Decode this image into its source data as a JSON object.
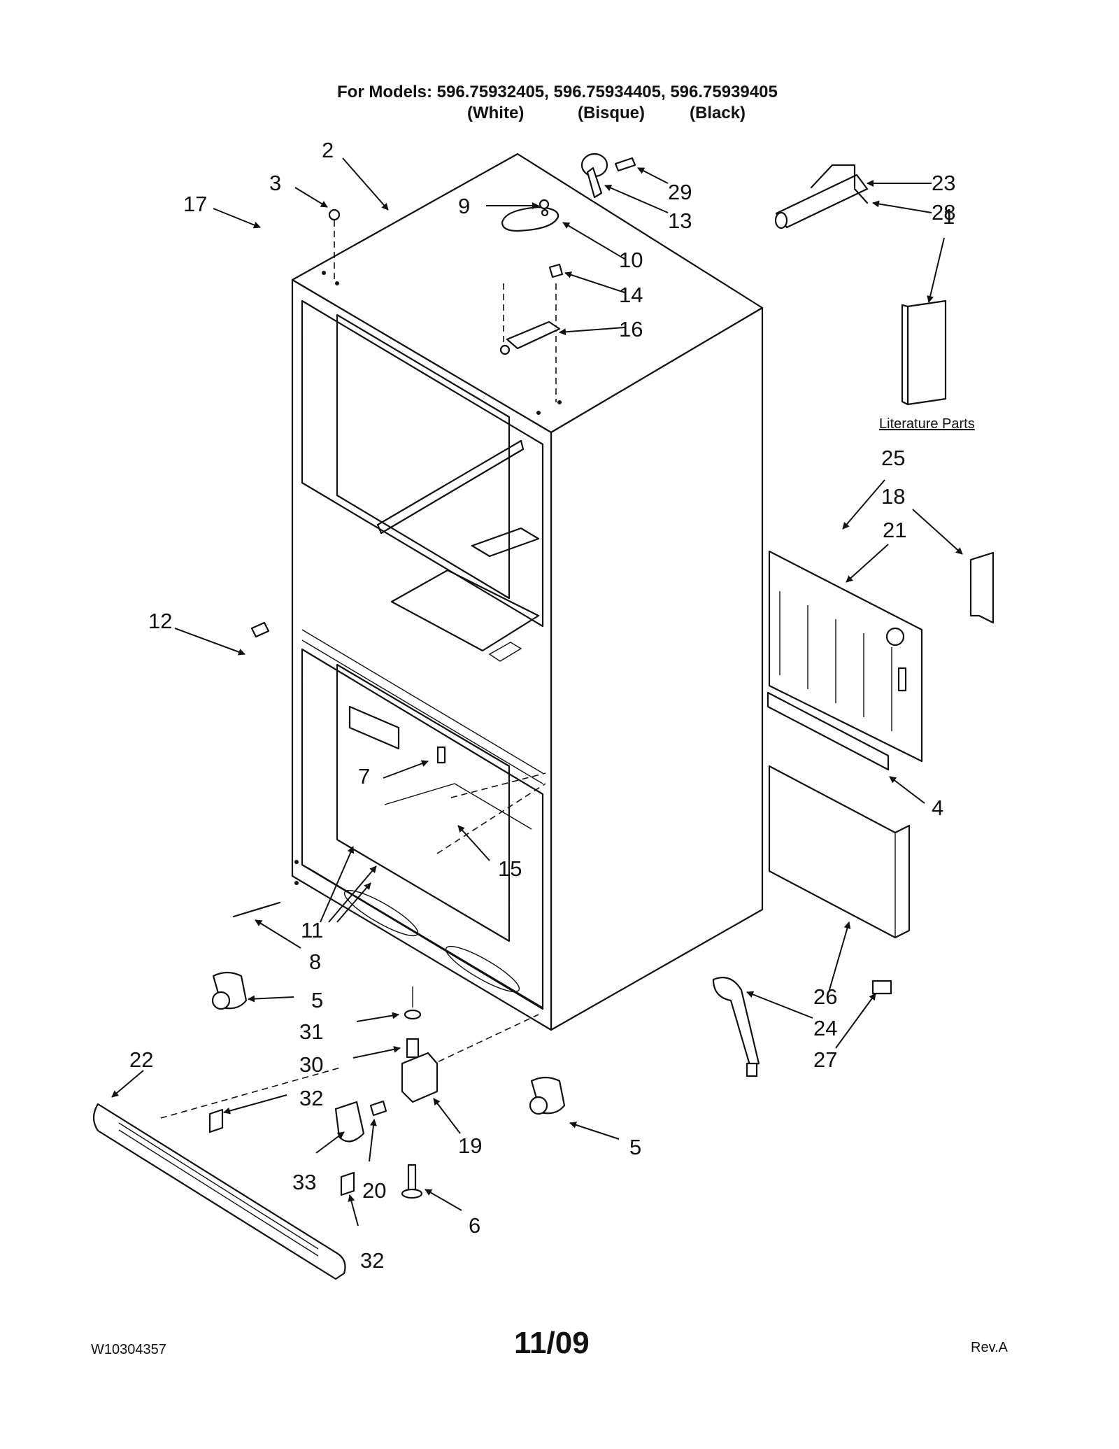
{
  "header": {
    "models_line": "For Models: 596.75932405, 596.75934405, 596.75939405",
    "color_white": "(White)",
    "color_bisque": "(Bisque)",
    "color_black": "(Black)"
  },
  "footer": {
    "doc_number": "W10304357",
    "date": "11/09",
    "revision": "Rev.A"
  },
  "literature": {
    "caption": "Literature Parts"
  },
  "callouts": {
    "c1": "1",
    "c2": "2",
    "c3": "3",
    "c4": "4",
    "c5a": "5",
    "c5b": "5",
    "c6": "6",
    "c7": "7",
    "c8": "8",
    "c9": "9",
    "c10": "10",
    "c11": "11",
    "c12": "12",
    "c13": "13",
    "c14": "14",
    "c15": "15",
    "c16": "16",
    "c17": "17",
    "c18": "18",
    "c19": "19",
    "c20": "20",
    "c21": "21",
    "c22": "22",
    "c23": "23",
    "c24": "24",
    "c25": "25",
    "c26": "26",
    "c27": "27",
    "c28": "28",
    "c29": "29",
    "c30": "30",
    "c31": "31",
    "c32a": "32",
    "c32b": "32",
    "c33": "33"
  }
}
